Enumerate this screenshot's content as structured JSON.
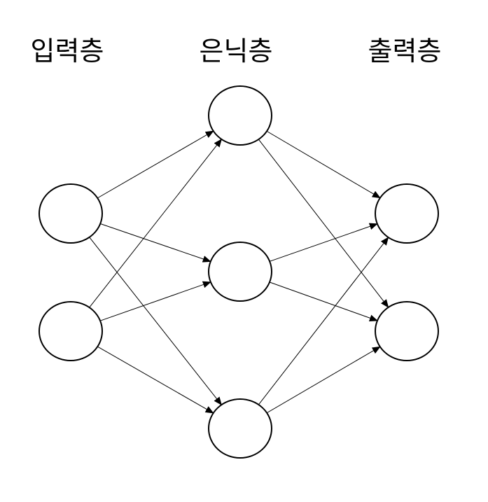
{
  "labels": {
    "input": "입력층",
    "hidden": "은닉층",
    "output": "출력층"
  },
  "layers": [
    {
      "id": "input",
      "nodes": [
        "input-node-1",
        "input-node-2"
      ]
    },
    {
      "id": "hidden",
      "nodes": [
        "hidden-node-1",
        "hidden-node-2",
        "hidden-node-3"
      ]
    },
    {
      "id": "output",
      "nodes": [
        "output-node-1",
        "output-node-2"
      ]
    }
  ],
  "connections": "fully-connected",
  "colors": {
    "stroke": "#000000",
    "fill": "#ffffff"
  }
}
